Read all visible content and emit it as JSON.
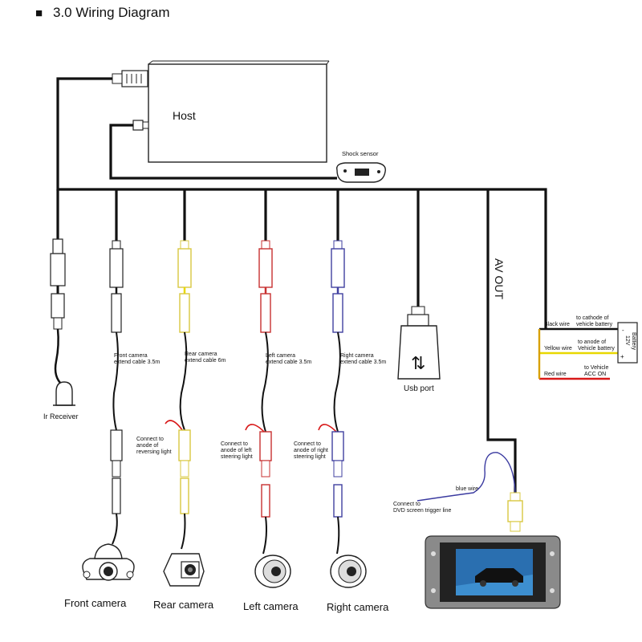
{
  "header": {
    "marker": "■",
    "title": "3.0 Wiring Diagram"
  },
  "host": {
    "label": "Host"
  },
  "shock_sensor": {
    "label": "Shock sensor"
  },
  "av_out": {
    "label": "AV OUT"
  },
  "ir_receiver": {
    "label": "Ir Receiver"
  },
  "usb": {
    "label": "Usb port"
  },
  "cameras": [
    {
      "name": "Front camera",
      "extend_line1": "Front camera",
      "extend_line2": "extend cable 3.5m"
    },
    {
      "name": "Rear camera",
      "extend_line1": "Rear camera",
      "extend_line2": "extend cable 6m",
      "connect": [
        "Connect to",
        "anode of",
        "reversing light"
      ]
    },
    {
      "name": "Left camera",
      "extend_line1": "Left camera",
      "extend_line2": "extend cable 3.5m",
      "connect": [
        "Connect to",
        "anode of left",
        "steering  light"
      ]
    },
    {
      "name": "Right camera",
      "extend_line1": "Right camera",
      "extend_line2": "extend cable 3.5m",
      "connect": [
        "Connect to",
        "anode of right",
        "steering light"
      ]
    }
  ],
  "dvd": {
    "blue_wire": "blue wire",
    "connect_line1": "Connect to",
    "connect_line2": "DVD screen trigger line"
  },
  "power": {
    "black_wire": "Black wire",
    "black_to1": "to cathode of",
    "black_to2": "vehicle battery",
    "yellow_wire": "Yellow wire",
    "yellow_to1": "to anode of",
    "yellow_to2": "Vehicle battery",
    "red_wire": "Red wire",
    "red_to1": "to Vehicle",
    "red_to2": "ACC ON",
    "battery_label": "Battery",
    "battery_volt": "12V",
    "plus": "+",
    "minus": "-"
  },
  "colors": {
    "wire": "#111111",
    "yellow": "#e8d800",
    "red": "#d81818",
    "blue": "#3a3aa0",
    "rear_connector": "#d8c840",
    "left_connector": "#c83030",
    "right_connector": "#4040a0"
  }
}
